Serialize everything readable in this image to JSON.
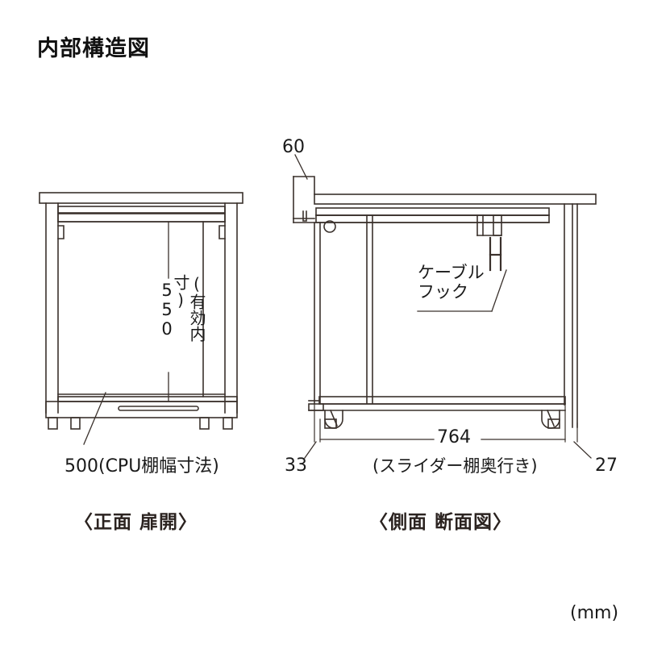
{
  "page": {
    "title": "内部構造図",
    "unit_note": "(mm)",
    "background_color": "#ffffff",
    "line_color": "#3a312c",
    "text_color": "#1a1a1a"
  },
  "views": {
    "front": {
      "caption": "〈正面 扉開〉",
      "dimensions": {
        "height_value": "550",
        "height_note": "(有効内寸)",
        "cpu_shelf": "500(CPU棚幅寸法)"
      }
    },
    "side": {
      "caption": "〈側面 断面図〉",
      "dimensions": {
        "top_overhang": "60",
        "depth_value": "764",
        "depth_note": "(スライダー棚奥行き)",
        "front_offset": "33",
        "rear_offset": "27"
      },
      "annotations": {
        "cable_hook_line1": "ケーブル",
        "cable_hook_line2": "フック"
      }
    }
  }
}
